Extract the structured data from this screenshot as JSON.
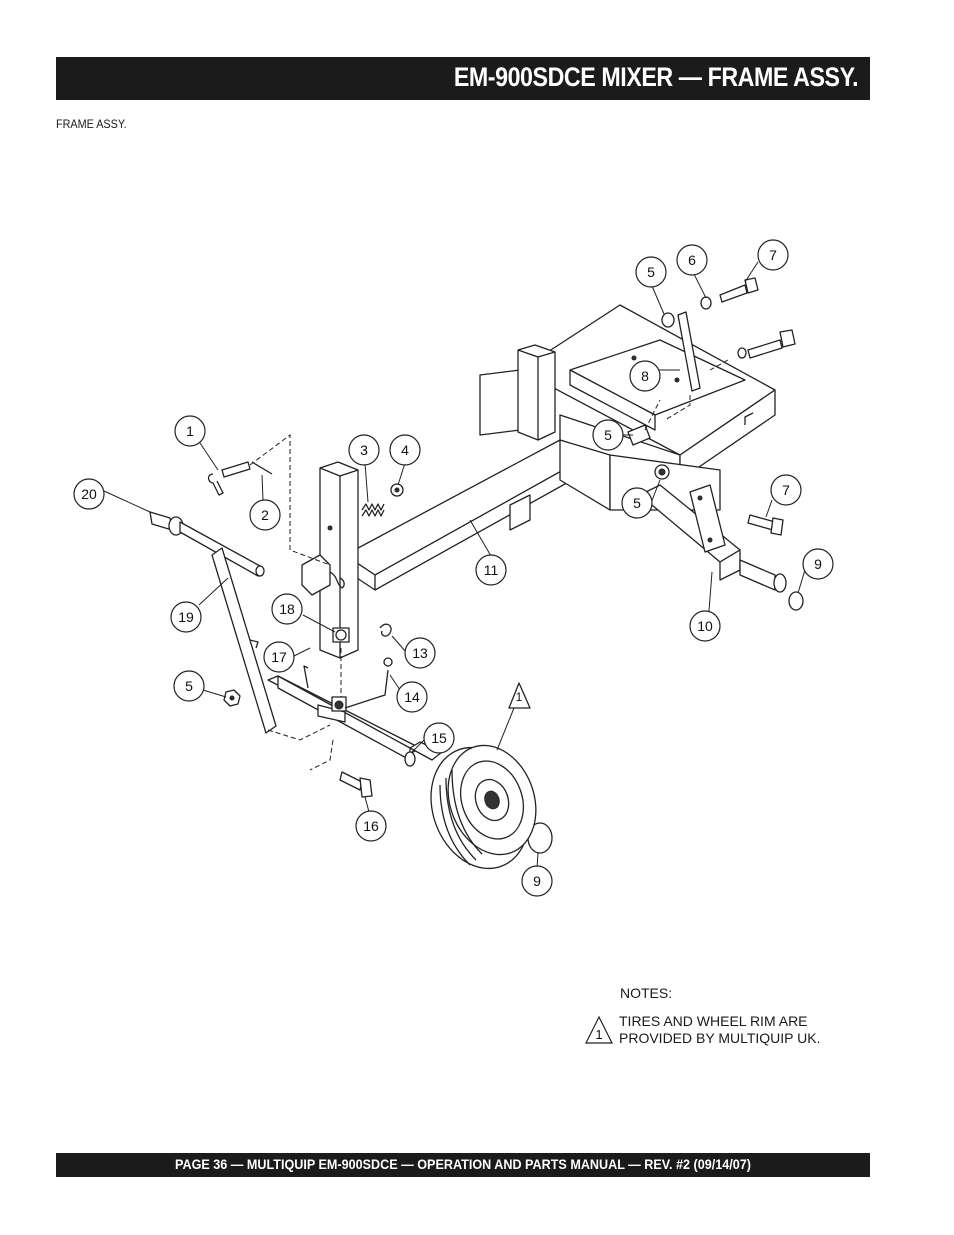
{
  "header": {
    "title": "EM-900SDCE MIXER  —  FRAME ASSY."
  },
  "section_label": "FRAME ASSY.",
  "callouts": [
    "1",
    "2",
    "3",
    "4",
    "5",
    "6",
    "7",
    "5",
    "8",
    "5",
    "5",
    "7",
    "9",
    "10",
    "11",
    "18",
    "13",
    "14",
    "17",
    "19",
    "20",
    "5",
    "15",
    "16",
    "9"
  ],
  "warning_marker": "1",
  "notes": {
    "title": "NOTES:",
    "marker": "1",
    "text": "TIRES AND WHEEL RIM ARE\nPROVIDED BY MULTIQUIP UK."
  },
  "footer": {
    "text": "PAGE 36 — MULTIQUIP EM-900SDCE — OPERATION AND PARTS MANUAL — REV. #2 (09/14/07)"
  },
  "colors": {
    "bar": "#1b1b1b",
    "bar_text": "#ffffff",
    "line": "#222222"
  }
}
